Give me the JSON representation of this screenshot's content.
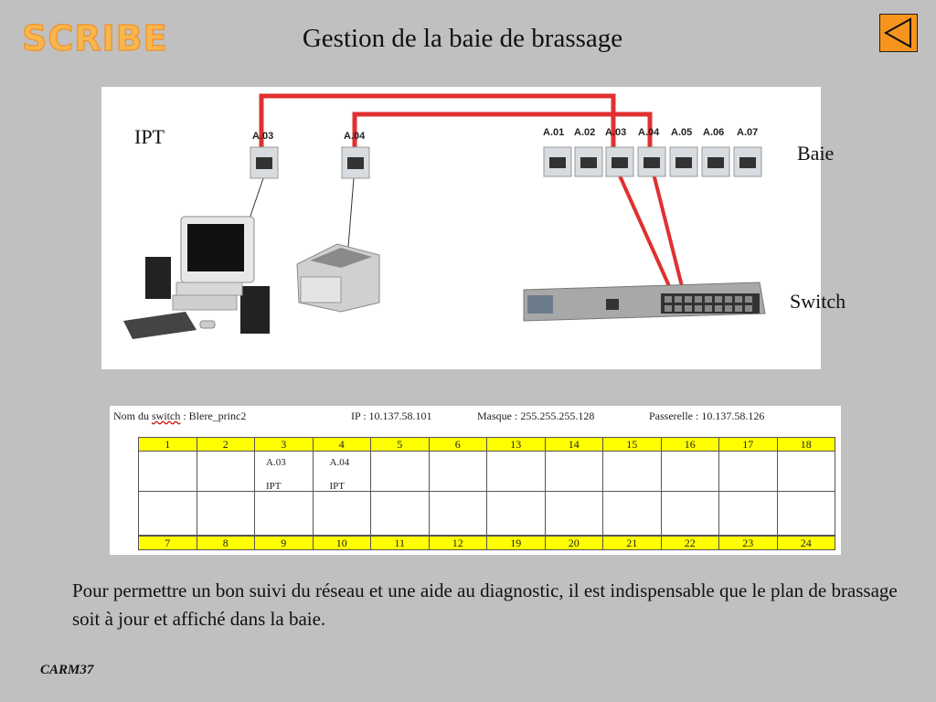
{
  "logo": "SCRIBE",
  "title": "Gestion de la baie de brassage",
  "diagram": {
    "ipt_label": "IPT",
    "baie_label": "Baie",
    "switch_label": "Switch",
    "wall_ports": [
      "A.03",
      "A.04"
    ],
    "baie_ports": [
      "A.01",
      "A.02",
      "A.03",
      "A.04",
      "A.05",
      "A.06",
      "A.07"
    ]
  },
  "switch_table": {
    "switch_name_label": "Nom du",
    "switch_word": "switch",
    "switch_name_value": ": Blere_princ2",
    "ip": "IP : 10.137.58.101",
    "mask": "Masque : 255.255.255.128",
    "gateway": "Passerelle : 10.137.58.126",
    "top_ports": [
      "1",
      "2",
      "3",
      "4",
      "5",
      "6",
      "13",
      "14",
      "15",
      "16",
      "17",
      "18"
    ],
    "bottom_ports": [
      "7",
      "8",
      "9",
      "10",
      "11",
      "12",
      "19",
      "20",
      "21",
      "22",
      "23",
      "24"
    ],
    "cell_3_line1": "A.03",
    "cell_3_line2": "IPT",
    "cell_4_line1": "A.04",
    "cell_4_line2": "IPT"
  },
  "caption": "Pour permettre un bon suivi du réseau et une aide au diagnostic, il est indispensable que le plan de brassage soit à jour et affiché dans la baie.",
  "footer": "CARM37"
}
